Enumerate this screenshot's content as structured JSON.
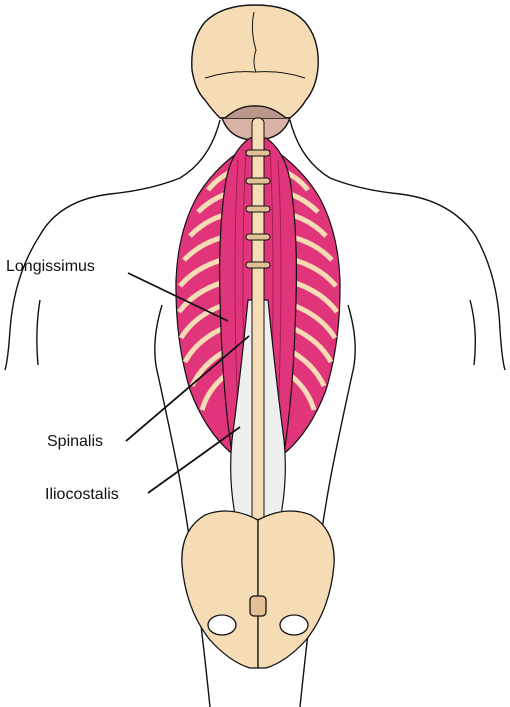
{
  "labels": {
    "longissimus": "Longissimus",
    "spinalis": "Spinalis",
    "iliocostalis": "Iliocostalis"
  },
  "colors": {
    "background": "#ffffff",
    "outline": "#111111",
    "bone": "#f6dcb4",
    "bone_shadow": "#e3c095",
    "muscle": "#e0357a",
    "muscle_dark": "#a61b55",
    "muscle_light": "#f27aa9",
    "fascia": "#efefef",
    "skin_shadow": "#d9b2a6"
  }
}
